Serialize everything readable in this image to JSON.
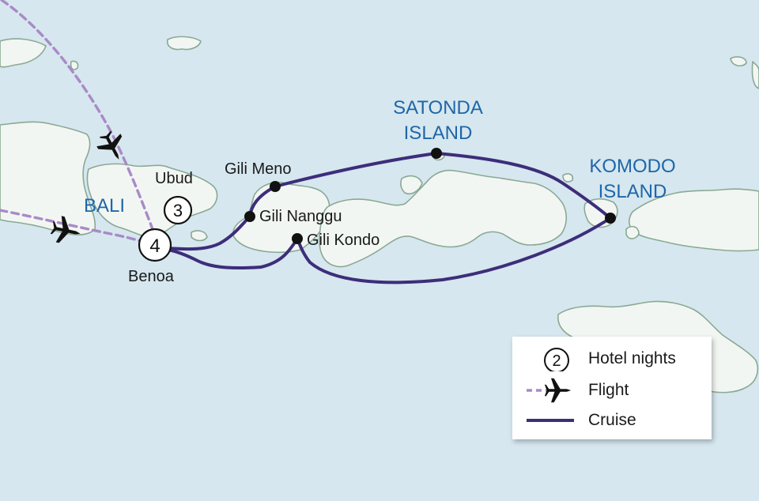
{
  "map": {
    "colors": {
      "sea": "#d6e7ef",
      "land": "#f2f6f3",
      "coast": "#8aa994",
      "cruise": "#3d2d7a",
      "flight": "#a98ac6",
      "region_label": "#1f66a8",
      "text": "#1a1a1a"
    },
    "region_labels": {
      "bali": "BALI",
      "satonda_line1": "SATONDA",
      "satonda_line2": "ISLAND",
      "komodo_line1": "KOMODO",
      "komodo_line2": "ISLAND"
    },
    "places": {
      "ubud": "Ubud",
      "benoa": "Benoa",
      "gili_meno": "Gili Meno",
      "gili_nanggu": "Gili Nanggu",
      "gili_kondo": "Gili Kondo"
    },
    "hotel_nights": {
      "ubud": "3",
      "benoa": "4"
    },
    "icons": {
      "flight": "airplane-icon",
      "stop": "stop-dot-icon"
    }
  },
  "legend": {
    "sample_nights": "2",
    "hotel_nights_label": "Hotel nights",
    "flight_label": "Flight",
    "cruise_label": "Cruise"
  }
}
